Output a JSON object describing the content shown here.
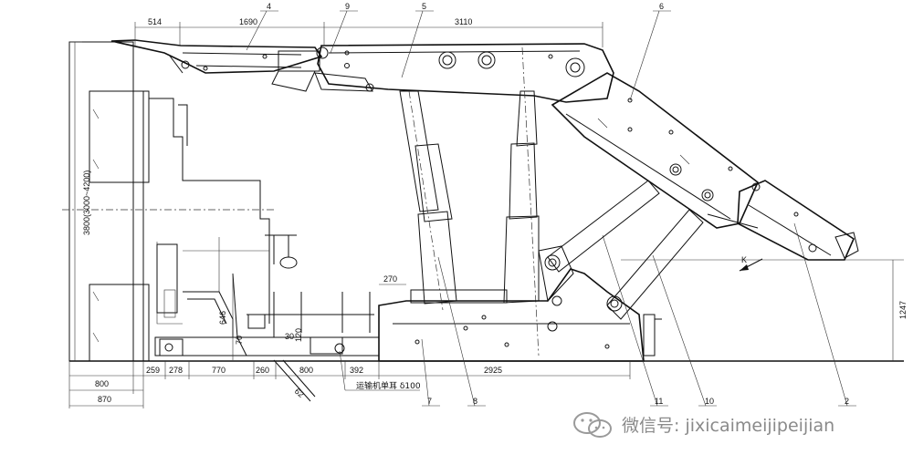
{
  "top_dims": [
    "514",
    "1690",
    "3110"
  ],
  "bottom_dims": [
    "800",
    "870",
    "259",
    "278",
    "770",
    "260",
    "800",
    "392",
    "2925"
  ],
  "left_height": "3800(3000~4200)",
  "mid_dims": [
    "646",
    "70",
    "120",
    "30",
    "270",
    "62"
  ],
  "right_dim": "1247",
  "callouts": [
    "4",
    "9",
    "5",
    "6",
    "2",
    "10",
    "11",
    "8",
    "7"
  ],
  "conveyor_note": "运输机单耳 δ100",
  "watermark": "微信号: jixicaimeijipeijian",
  "k_mark": "K"
}
